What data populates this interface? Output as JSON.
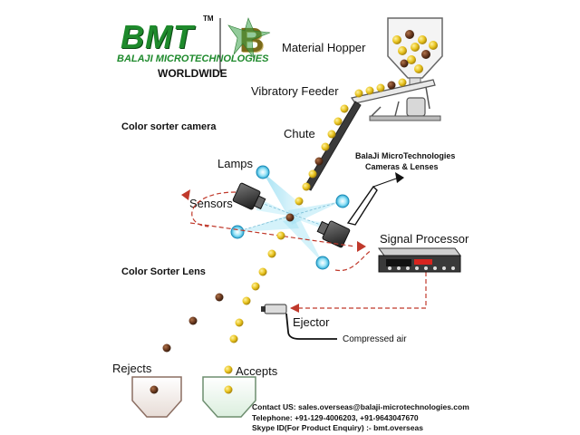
{
  "logo": {
    "brand": "BMT",
    "tm": "TM",
    "company": "BALAJI MICROTECHNOLOGIES",
    "tagline": "WORLDWIDE",
    "emblem_letter": "B"
  },
  "labels": {
    "material_hopper": "Material Hopper",
    "vibratory_feeder": "Vibratory Feeder",
    "color_sorter_camera": "Color sorter camera",
    "chute": "Chute",
    "lamps": "Lamps",
    "cameras_lenses_line1": "BalaJi MicroTechnologies",
    "cameras_lenses_line2": "Cameras & Lenses",
    "sensors": "Sensors",
    "signal_processor": "Signal Processor",
    "color_sorter_lens": "Color Sorter Lens",
    "ejector": "Ejector",
    "compressed_air": "Compressed air",
    "rejects": "Rejects",
    "accepts": "Accepts"
  },
  "contact": {
    "line1": "Contact US:  sales.overseas@balaji-microtechnologies.com",
    "line2": "Telephone: +91-129-4006203, +91-9643047670",
    "line3": "Skype ID(For Product Enquiry)  :- bmt.overseas"
  },
  "colors": {
    "good_grain": "#e8c31e",
    "bad_grain": "#6b3a20",
    "logo_green": "#1e8a2c",
    "dashed_red": "#c0392b",
    "light_beam": "#7fd6f0"
  }
}
